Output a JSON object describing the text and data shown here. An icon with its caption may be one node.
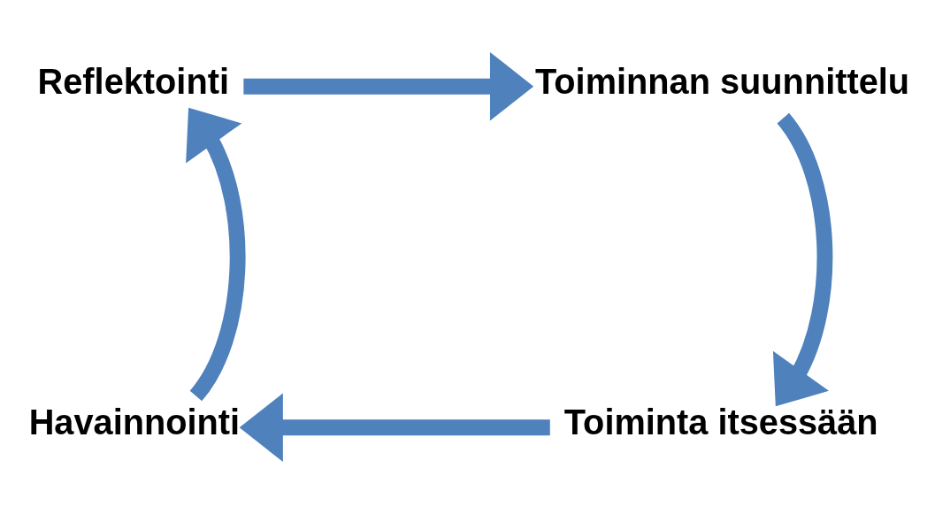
{
  "diagram": {
    "nodes": [
      {
        "text": [
          "Reflektointi"
        ]
      },
      {
        "text": [
          "Toiminnan suunnittelu"
        ]
      },
      {
        "text": [
          "Toiminta itsessään"
        ]
      },
      {
        "text": [
          "Havainnointi"
        ]
      }
    ],
    "edges": [
      {
        "from": 0,
        "to": 1,
        "arrow": "to"
      },
      {
        "from": 1,
        "to": 2,
        "arrow": "to"
      },
      {
        "from": 2,
        "to": 3,
        "arrow": "to"
      },
      {
        "from": 3,
        "to": 0,
        "arrow": "to"
      }
    ]
  }
}
